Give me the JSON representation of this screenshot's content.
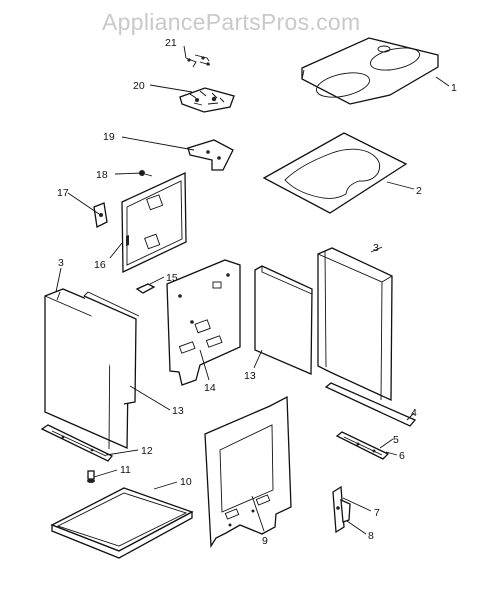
{
  "watermark": "AppliancePartsPros.com",
  "callouts": [
    "1",
    "2",
    "3",
    "3",
    "4",
    "5",
    "6",
    "7",
    "8",
    "9",
    "10",
    "11",
    "12",
    "13",
    "13",
    "14",
    "15",
    "16",
    "17",
    "18",
    "19",
    "20",
    "21"
  ]
}
